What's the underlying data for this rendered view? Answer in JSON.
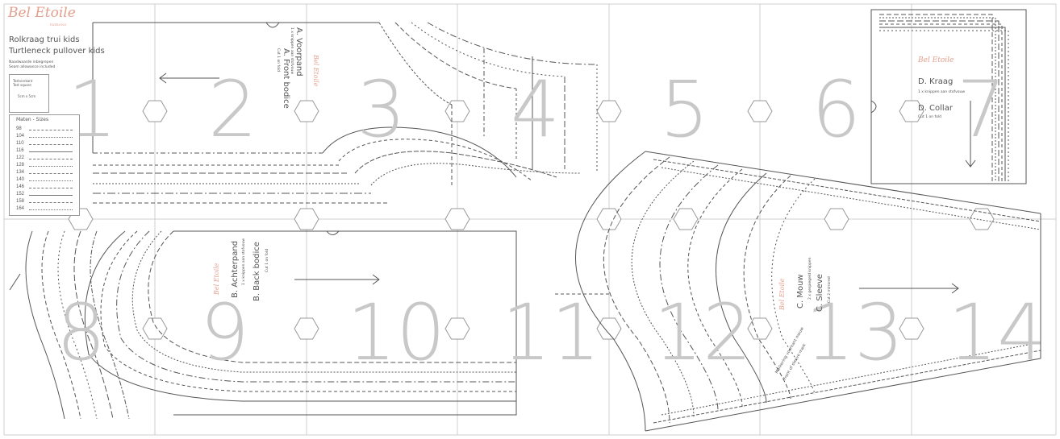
{
  "brand": {
    "logo_text": "Bel Etoile",
    "logo_sub": "PATRONS",
    "color": "#e4a08e"
  },
  "info": {
    "title_nl": "Rolkraag trui kids",
    "title_en": "Turtleneck pullover kids",
    "seam_nl": "Naadwaarde inbegrepen",
    "seam_en": "Seam allowance included",
    "test_nl": "Testvierkant",
    "test_en": "Test square",
    "test_size": "5cm x 5cm",
    "sizes_title": "Maten - Sizes",
    "sizes": [
      "98",
      "104",
      "110",
      "116",
      "122",
      "128",
      "134",
      "140",
      "146",
      "152",
      "158",
      "164"
    ]
  },
  "pieces": {
    "front": {
      "name_nl": "A. Voorpand",
      "cut_nl": "1 x knippen aan stofvouw",
      "name_en": "A. Front bodice",
      "cut_en": "Cut 1 on fold"
    },
    "back": {
      "name_nl": "B. Achterpand",
      "cut_nl": "1 x knippen aan stofvouw",
      "name_en": "B. Back bodice",
      "cut_en": "Cut 1 on fold"
    },
    "collar": {
      "name_nl": "D. Kraag",
      "cut_nl": "1 x knippen aan stofvouw",
      "name_en": "D. Collar",
      "cut_en": "Cut 1 on fold"
    },
    "sleeve": {
      "name_nl": "C. Mouw",
      "cut_nl": "2 x gespiegeld knippen",
      "name_en": "C. Sleeve",
      "cut_en": "Cut 2 mirrored",
      "note_nl": "Markering voorkant mouw",
      "note_en": "Front of sleeve mark"
    }
  },
  "pages": [
    "1",
    "2",
    "3",
    "4",
    "5",
    "6",
    "7",
    "8",
    "9",
    "10",
    "11",
    "12",
    "13",
    "14"
  ],
  "colors": {
    "grid": "#cfcfcf",
    "line": "#555555",
    "numbers": "#c8c8c8"
  }
}
